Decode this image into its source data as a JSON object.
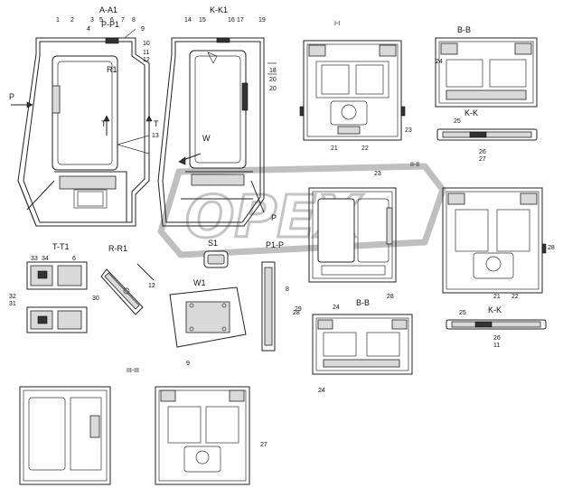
{
  "section_labels": {
    "a_a1": "A-A1",
    "k_k1": "K-K1",
    "p_p1": "P-P1",
    "ii": "I-I",
    "b_b_top": "B-B",
    "k_k_top": "K-K",
    "iiii": "II-II",
    "t_t1": "T-T1",
    "r_r1": "R-R1",
    "s1": "S1",
    "p1_p": "P1-P",
    "w1": "W1",
    "b_b_mid": "B-B",
    "k_k_mid": "K-K",
    "iii_iii": "III-III",
    "p": "P",
    "r1": "R1",
    "w": "W",
    "t_left": "T",
    "t_right": "T",
    "p_small": "P"
  },
  "callouts": {
    "c1": "1",
    "c2": "2",
    "c3": "3",
    "c4": "4",
    "c5": "5",
    "c6": "6",
    "c7": "7",
    "c8": "8",
    "c9": "9",
    "c10": "10",
    "c11": "11",
    "c12": "12",
    "c13": "13",
    "c14": "14",
    "c15": "15",
    "c16": "16",
    "c17": "17",
    "c18": "18",
    "c19": "19",
    "c20": "20",
    "c21": "21",
    "c22": "22",
    "c23": "23",
    "c24": "24",
    "c25": "25",
    "c26": "26",
    "c27": "27",
    "c28": "28",
    "c29": "29",
    "c30": "30",
    "c31": "31",
    "c32": "32",
    "c33": "33",
    "c34": "34",
    "c6b": "6",
    "c21b": "21",
    "c22b": "22",
    "c23b": "23",
    "c24b": "24",
    "c25b": "25",
    "c26b": "26",
    "c27b": "27",
    "c28b": "28",
    "c11b": "11",
    "c9b": "9",
    "c12b": "12",
    "c8b": "8",
    "c20b": "20",
    "c24c": "24",
    "c28c": "28"
  },
  "watermark": {
    "text": "OPEX"
  }
}
